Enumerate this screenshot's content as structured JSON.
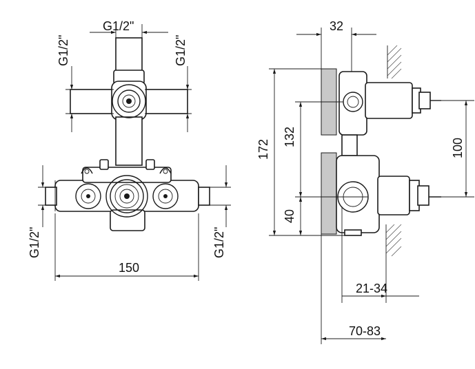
{
  "front_view": {
    "top_outlet_label": "G1/2\"",
    "top_left_label": "G1/2\"",
    "top_right_label": "G1/2\"",
    "bottom_left_label": "G1/2\"",
    "bottom_right_label": "G1/2\"",
    "width_dim": "150"
  },
  "side_view": {
    "depth_top": "32",
    "height_total": "172",
    "height_mid": "132",
    "height_low": "40",
    "spindle_spacing": "100",
    "wall_range_small": "21-34",
    "wall_range_large": "70-83"
  }
}
